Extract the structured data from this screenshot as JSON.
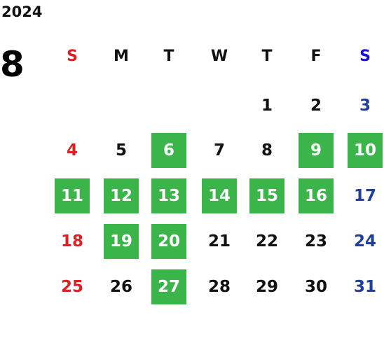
{
  "calendar": {
    "year": "2024",
    "month": "8",
    "weekdays": [
      {
        "label": "S",
        "color": "#e02020"
      },
      {
        "label": "M",
        "color": "#111111"
      },
      {
        "label": "T",
        "color": "#111111"
      },
      {
        "label": "W",
        "color": "#111111"
      },
      {
        "label": "T",
        "color": "#111111"
      },
      {
        "label": "F",
        "color": "#111111"
      },
      {
        "label": "S",
        "color": "#1a10d8"
      }
    ],
    "first_weekday_index": 4,
    "days_in_month": 31,
    "highlighted_days": [
      6,
      9,
      10,
      11,
      12,
      13,
      14,
      15,
      16,
      19,
      20,
      27
    ],
    "colors": {
      "highlight_bg": "#3bb54a",
      "highlight_text": "#ffffff",
      "weekday_text": "#111111",
      "sunday_text": "#e02020",
      "saturday_text": "#1f3f9a"
    }
  }
}
